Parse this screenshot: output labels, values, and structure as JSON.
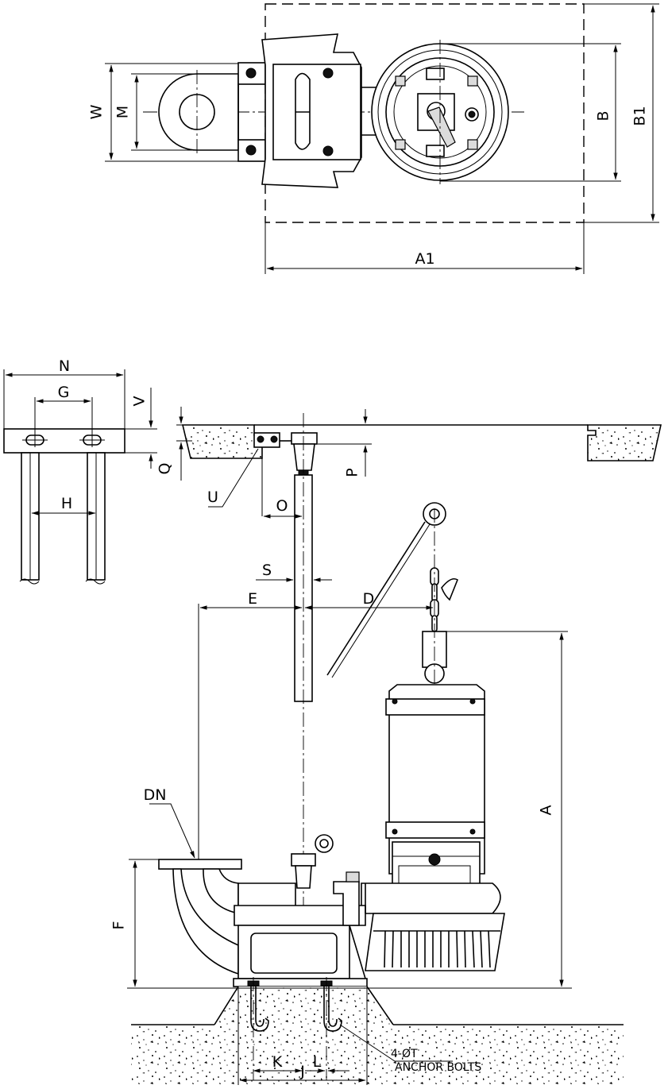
{
  "top_view": {
    "width_label": "W",
    "flange_label": "M",
    "length_label": "A1",
    "depth_label": "B",
    "outer_depth_label": "B1"
  },
  "side_view": {
    "guide_width_label": "N",
    "bolt_pitch_label": "G",
    "rail_spacing_label": "H",
    "bracket_thickness_label": "V",
    "top_recess_label": "Q",
    "bracket_offset_label": "P",
    "bracket_bolt_label": "U",
    "rail_offset_label": "O",
    "rail_diameter_label": "S",
    "pump_height_label": "A",
    "outlet_to_rail_label": "E",
    "rail_to_pump_label": "D",
    "outlet_label": "DN",
    "outlet_height_label": "F",
    "base_offset_k_label": "K",
    "base_offset_l_label": "L",
    "base_width_label": "J",
    "anchor_count_label": "4-ØT",
    "anchor_label": "ANCHOR BOLTS"
  }
}
